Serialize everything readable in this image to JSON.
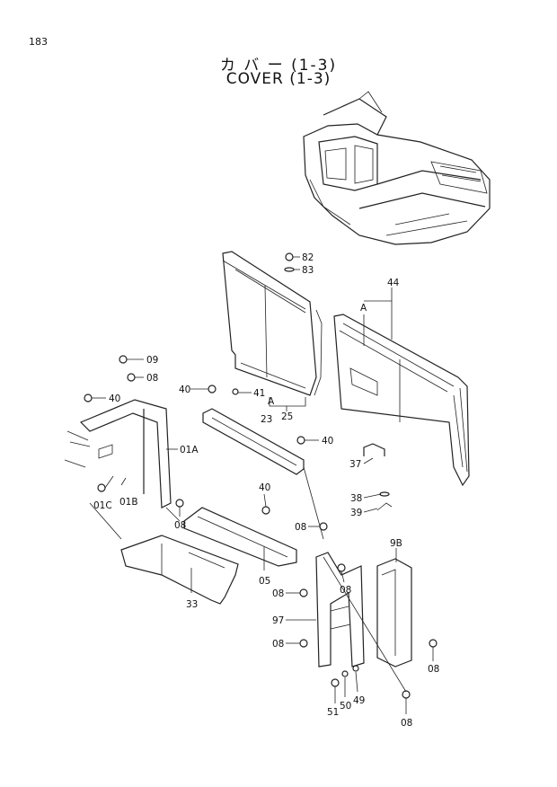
{
  "page_number": "183",
  "title_jp": "カ バ ー  (1-3)",
  "title_en": "COVER (1-3)",
  "callouts": {
    "c82": "82",
    "c83": "83",
    "c44": "44",
    "cA1": "A",
    "c09": "09",
    "c08a": "08",
    "c40a": "40",
    "c40b": "40",
    "c41": "41",
    "cA2": "A",
    "c25": "25",
    "c23": "23",
    "c40c": "40",
    "c01A": "01A",
    "c37": "37",
    "c01C": "01C",
    "c01B": "01B",
    "c38": "38",
    "c39": "39",
    "c40d": "40",
    "c08b": "08",
    "c08c": "08",
    "c9B": "9B",
    "c05": "05",
    "c33": "33",
    "c08d": "08",
    "c08e": "08",
    "c97": "97",
    "c08f": "08",
    "c08g": "08",
    "c51": "51",
    "c50": "50",
    "c49": "49",
    "c08h": "08"
  }
}
